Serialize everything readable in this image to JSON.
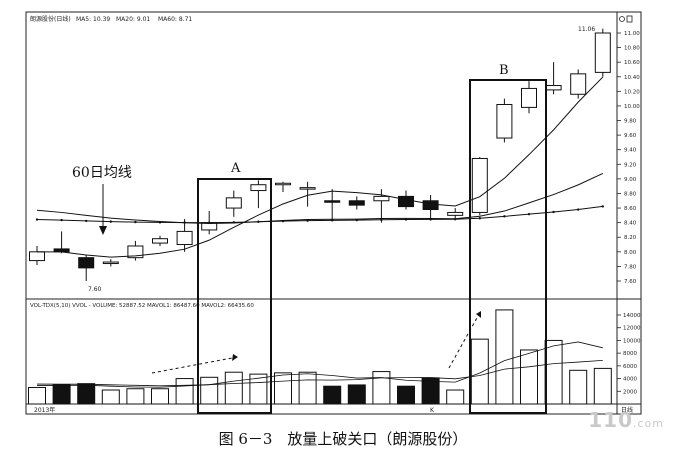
{
  "header": {
    "title": "朗源股份(日线)",
    "ma5": "MA5: 10.39",
    "ma20": "MA20: 9.01",
    "ma60": "MA60: 8.71",
    "vol_line": "VOL-TDX(5,10) VVOL - VOLUME: 52887.52  MAVOL1: 86487.60  MAVOL2: 66435.60"
  },
  "annotations": {
    "ma60_label": "60日均线",
    "box_a": "A",
    "box_b": "B",
    "high_price": "11.06",
    "low_price": "7.60"
  },
  "footer": {
    "year": "2013年",
    "period": "日线",
    "marker": "K"
  },
  "caption": "图 6－3　放量上破关口（朗源股份）",
  "watermark": {
    "brand": "110",
    "domain": ".com"
  },
  "chart_data": {
    "type": "candlestick",
    "title": "朗源股份(日线)",
    "price_ticks": [
      "11.00",
      "10.80",
      "10.60",
      "10.40",
      "10.20",
      "10.00",
      "9.80",
      "9.60",
      "9.40",
      "9.20",
      "9.00",
      "8.80",
      "8.60",
      "8.40",
      "8.20",
      "8.00",
      "7.80",
      "7.60"
    ],
    "volume_ticks": [
      "14000",
      "12000",
      "10000",
      "8000",
      "6000",
      "4000",
      "2000"
    ],
    "candles": [
      {
        "o": 7.88,
        "h": 8.08,
        "l": 7.82,
        "c": 8.0
      },
      {
        "o": 8.04,
        "h": 8.28,
        "l": 7.98,
        "c": 8.0
      },
      {
        "o": 7.92,
        "h": 7.95,
        "l": 7.6,
        "c": 7.78
      },
      {
        "o": 7.84,
        "h": 7.9,
        "l": 7.8,
        "c": 7.86
      },
      {
        "o": 7.92,
        "h": 8.15,
        "l": 7.88,
        "c": 8.08
      },
      {
        "o": 8.12,
        "h": 8.22,
        "l": 8.08,
        "c": 8.18
      },
      {
        "o": 8.1,
        "h": 8.45,
        "l": 8.0,
        "c": 8.28
      },
      {
        "o": 8.3,
        "h": 8.56,
        "l": 8.24,
        "c": 8.4
      },
      {
        "o": 8.6,
        "h": 8.84,
        "l": 8.48,
        "c": 8.74
      },
      {
        "o": 8.84,
        "h": 8.98,
        "l": 8.6,
        "c": 8.92
      },
      {
        "o": 8.92,
        "h": 8.96,
        "l": 8.82,
        "c": 8.94
      },
      {
        "o": 8.86,
        "h": 8.96,
        "l": 8.62,
        "c": 8.88
      },
      {
        "o": 8.7,
        "h": 8.86,
        "l": 8.44,
        "c": 8.68
      },
      {
        "o": 8.7,
        "h": 8.76,
        "l": 8.58,
        "c": 8.64
      },
      {
        "o": 8.7,
        "h": 8.86,
        "l": 8.4,
        "c": 8.76
      },
      {
        "o": 8.76,
        "h": 8.84,
        "l": 8.58,
        "c": 8.62
      },
      {
        "o": 8.7,
        "h": 8.78,
        "l": 8.44,
        "c": 8.58
      },
      {
        "o": 8.5,
        "h": 8.6,
        "l": 8.46,
        "c": 8.54
      },
      {
        "o": 8.54,
        "h": 9.3,
        "l": 8.5,
        "c": 9.28
      },
      {
        "o": 9.56,
        "h": 10.1,
        "l": 9.5,
        "c": 10.02
      },
      {
        "o": 9.98,
        "h": 10.34,
        "l": 9.9,
        "c": 10.24
      },
      {
        "o": 10.22,
        "h": 10.6,
        "l": 10.16,
        "c": 10.28
      },
      {
        "o": 10.16,
        "h": 10.5,
        "l": 10.1,
        "c": 10.44
      },
      {
        "o": 10.46,
        "h": 11.06,
        "l": 10.4,
        "c": 11.0
      }
    ],
    "volumes": [
      2600,
      3000,
      3200,
      2200,
      2400,
      2400,
      4000,
      4200,
      5000,
      4700,
      4900,
      5000,
      2800,
      3000,
      5100,
      2800,
      4100,
      2200,
      10200,
      14800,
      8500,
      10000,
      5300,
      5600
    ],
    "box_a_range": [
      7,
      9
    ],
    "box_b_range": [
      18,
      20
    ]
  }
}
